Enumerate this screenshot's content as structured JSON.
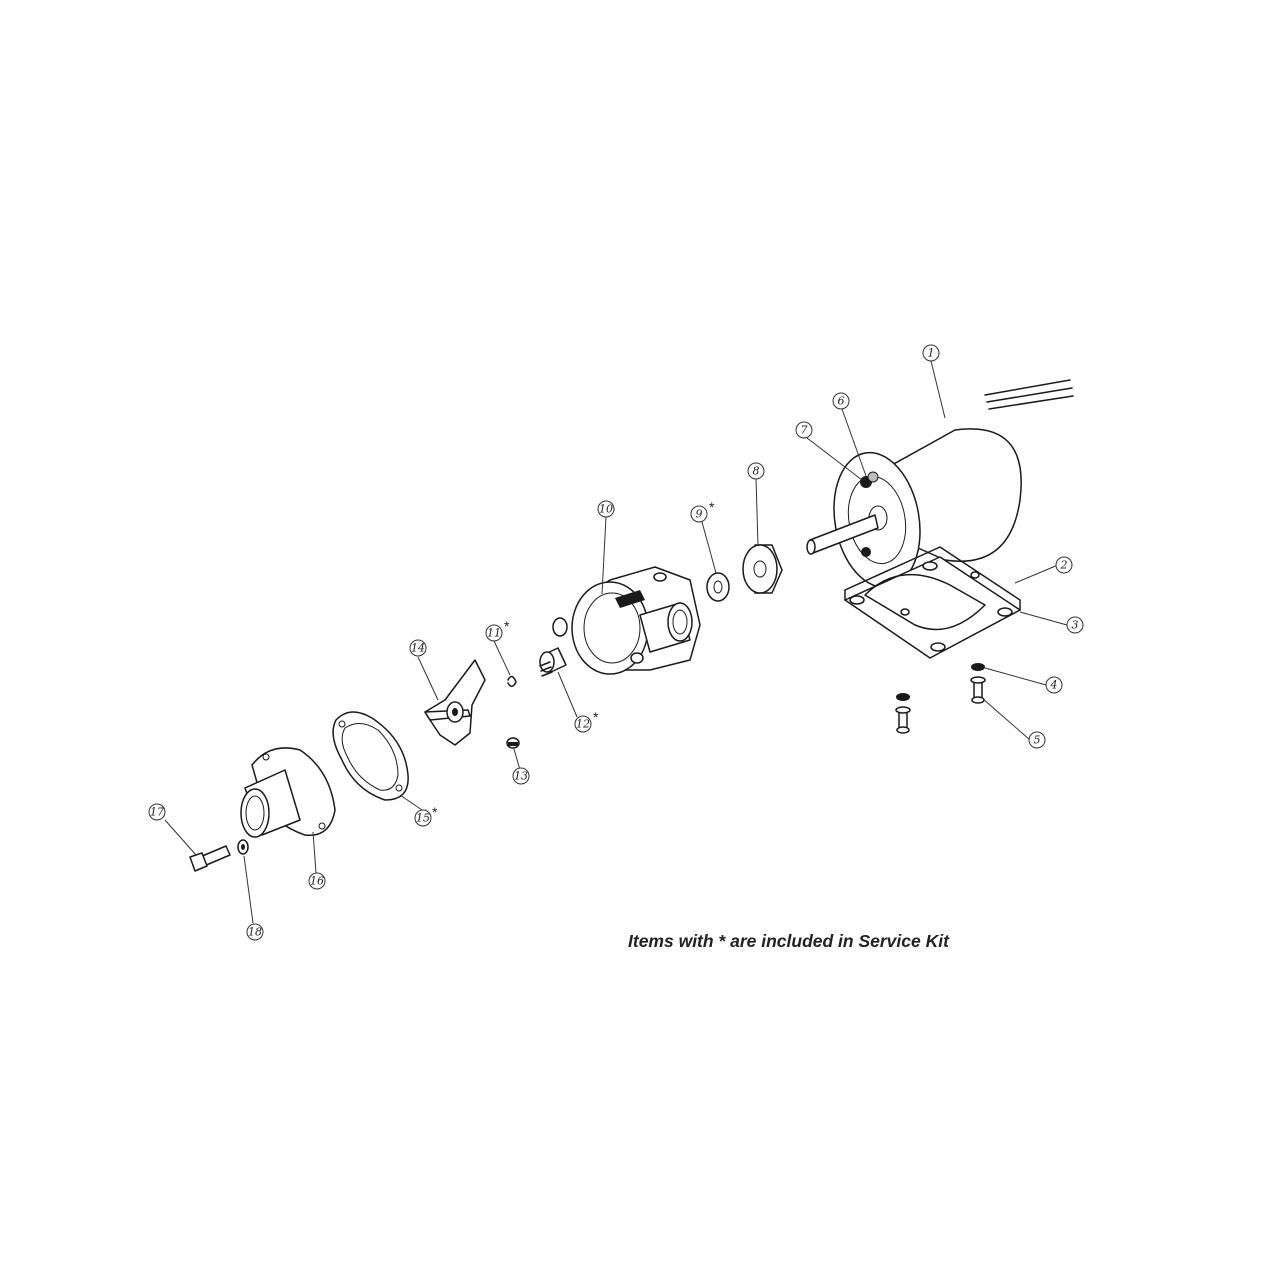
{
  "footnote": "Items with * are included in Service Kit",
  "callouts": [
    {
      "label": "1",
      "star": false
    },
    {
      "label": "2",
      "star": false
    },
    {
      "label": "3",
      "star": false
    },
    {
      "label": "4",
      "star": false
    },
    {
      "label": "5",
      "star": false
    },
    {
      "label": "6",
      "star": false
    },
    {
      "label": "7",
      "star": false
    },
    {
      "label": "8",
      "star": false
    },
    {
      "label": "9",
      "star": true
    },
    {
      "label": "10",
      "star": false
    },
    {
      "label": "11",
      "star": true
    },
    {
      "label": "12",
      "star": true
    },
    {
      "label": "13",
      "star": false
    },
    {
      "label": "14",
      "star": false
    },
    {
      "label": "15",
      "star": true
    },
    {
      "label": "16",
      "star": false
    },
    {
      "label": "17",
      "star": false
    },
    {
      "label": "18",
      "star": false
    }
  ],
  "star_symbol": "*"
}
